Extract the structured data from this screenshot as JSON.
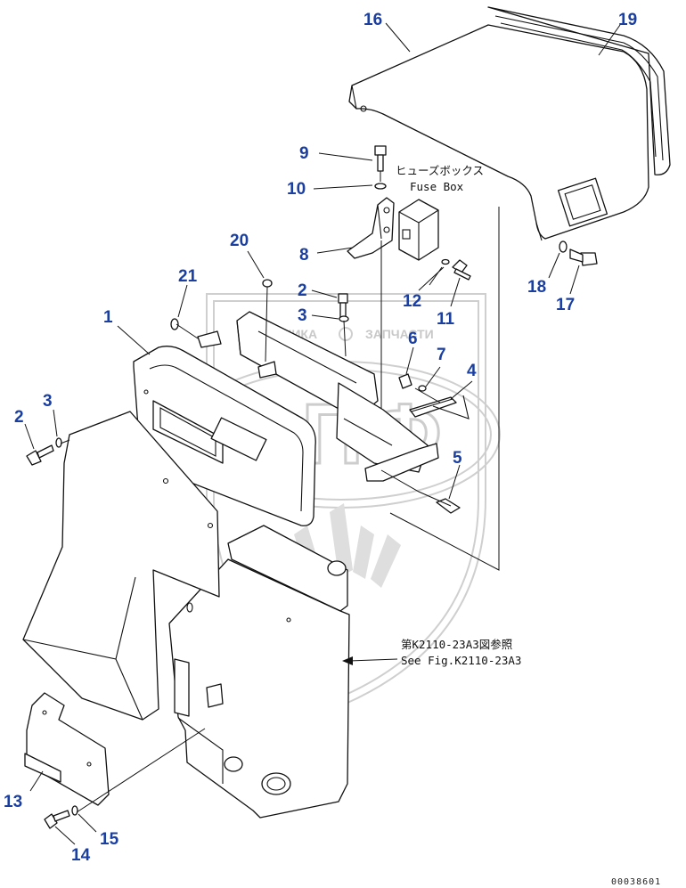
{
  "callouts": [
    {
      "id": "16",
      "label": "16"
    },
    {
      "id": "19",
      "label": "19"
    },
    {
      "id": "9",
      "label": "9"
    },
    {
      "id": "10",
      "label": "10"
    },
    {
      "id": "8",
      "label": "8"
    },
    {
      "id": "20",
      "label": "20"
    },
    {
      "id": "21",
      "label": "21"
    },
    {
      "id": "2a",
      "label": "2"
    },
    {
      "id": "3a",
      "label": "3"
    },
    {
      "id": "12",
      "label": "12"
    },
    {
      "id": "11",
      "label": "11"
    },
    {
      "id": "18",
      "label": "18"
    },
    {
      "id": "17",
      "label": "17"
    },
    {
      "id": "1",
      "label": "1"
    },
    {
      "id": "6",
      "label": "6"
    },
    {
      "id": "7",
      "label": "7"
    },
    {
      "id": "4",
      "label": "4"
    },
    {
      "id": "3b",
      "label": "3"
    },
    {
      "id": "2b",
      "label": "2"
    },
    {
      "id": "5",
      "label": "5"
    },
    {
      "id": "13",
      "label": "13"
    },
    {
      "id": "15",
      "label": "15"
    },
    {
      "id": "14",
      "label": "14"
    }
  ],
  "notes": {
    "fuse_box_jp": "ヒューズボックス",
    "fuse_box_en": "Fuse Box",
    "ref_jp": "第K2110-23A3図参照",
    "ref_en": "See Fig.K2110-23A3"
  },
  "watermark": {
    "text_left": "ТЕХНИКА",
    "text_right": "ЗАПЧАСТИ",
    "letters": "ЭПФ"
  },
  "doc_number": "00038601",
  "colors": {
    "callout": "#1a3fa0",
    "line": "#111111",
    "watermark": "#cfcfcf"
  }
}
